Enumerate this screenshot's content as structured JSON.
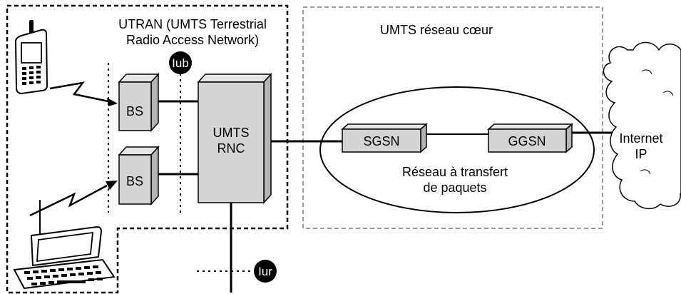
{
  "utran": {
    "title_line1": "UTRAN (UMTS Terrestrial",
    "title_line2": "Radio Access Network)"
  },
  "core": {
    "title": "UMTS réseau cœur"
  },
  "interfaces": {
    "iub": "Iub",
    "iur": "Iur"
  },
  "nodes": {
    "bs_top": "BS",
    "bs_bottom": "BS",
    "rnc_line1": "UMTS",
    "rnc_line2": "RNC",
    "sgsn": "SGSN",
    "ggsn": "GGSN"
  },
  "packet_network": {
    "line1": "Réseau à transfert",
    "line2": "de paquets"
  },
  "internet": {
    "line1": "Internet",
    "line2": "IP"
  },
  "colors": {
    "box_fill": "#d4d4d4",
    "box_shade": "#b4b4b4",
    "core_border": "#9a9a9a",
    "line": "#000000"
  }
}
